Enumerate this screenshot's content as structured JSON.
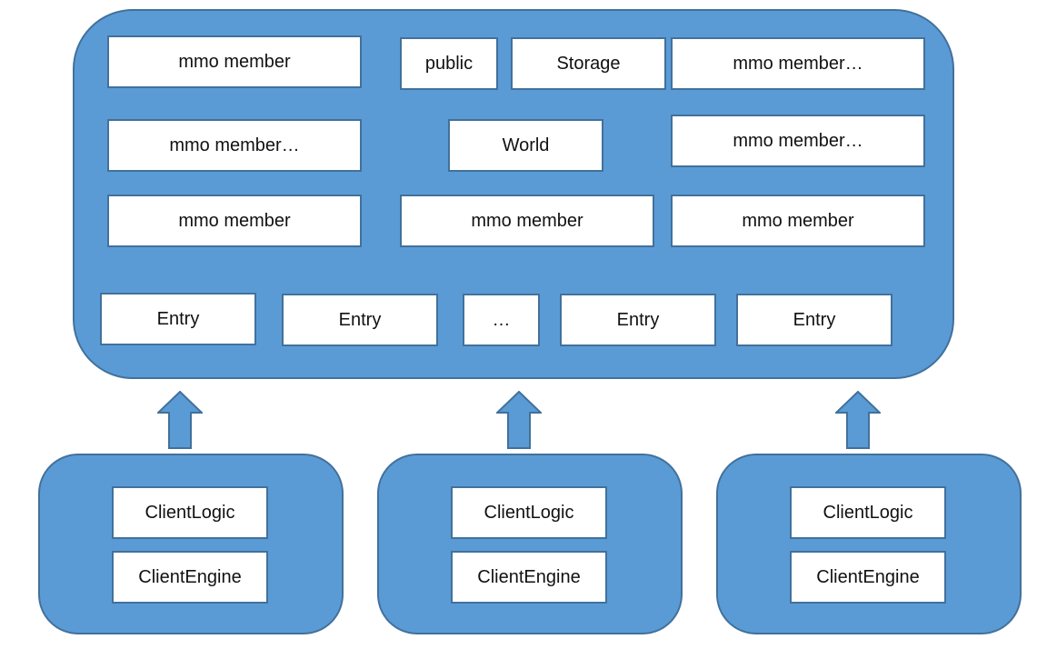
{
  "server": {
    "row1": [
      "mmo member",
      "public",
      "Storage",
      "mmo member…"
    ],
    "row2": [
      "mmo member…",
      "World",
      "mmo member…"
    ],
    "row3": [
      "mmo member",
      "mmo member",
      "mmo member"
    ],
    "entries": [
      "Entry",
      "Entry",
      "…",
      "Entry",
      "Entry"
    ]
  },
  "clients": [
    {
      "logic": "ClientLogic",
      "engine": "ClientEngine"
    },
    {
      "logic": "ClientLogic",
      "engine": "ClientEngine"
    },
    {
      "logic": "ClientLogic",
      "engine": "ClientEngine"
    }
  ],
  "colors": {
    "fill": "#5b9bd5",
    "stroke": "#41719c",
    "box": "#ffffff"
  }
}
